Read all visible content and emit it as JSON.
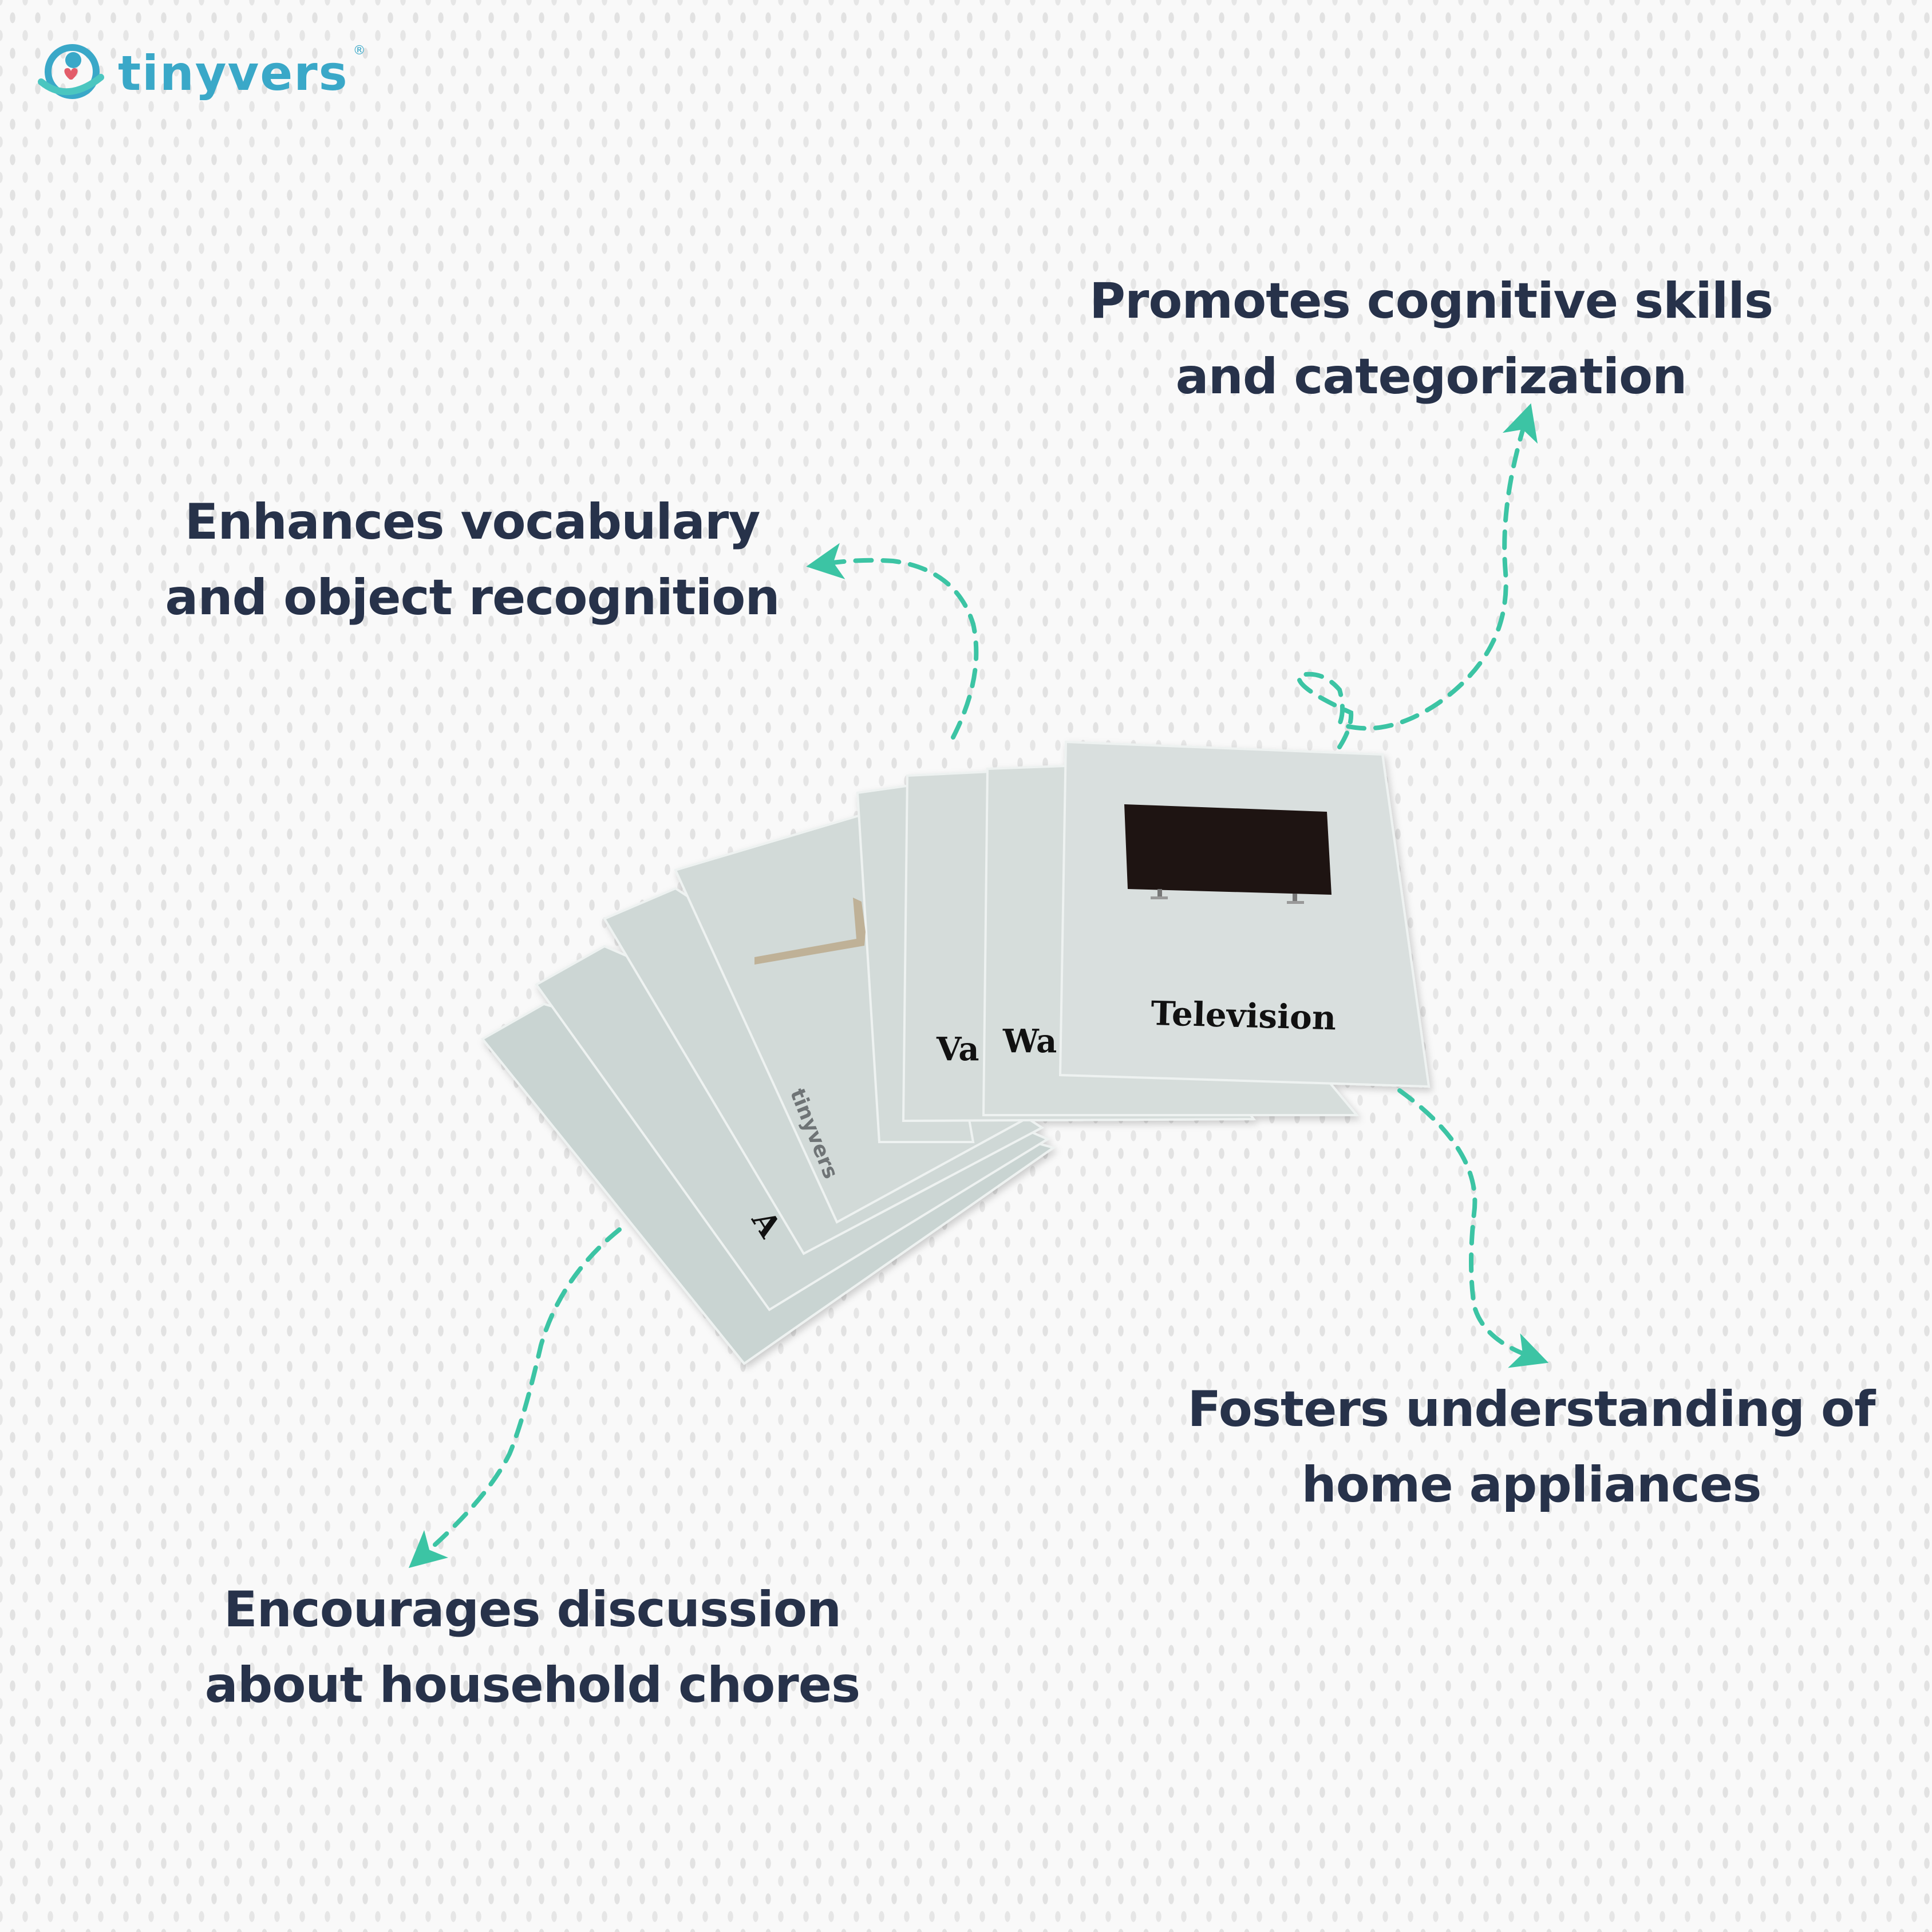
{
  "brand": {
    "name": "tinyvers",
    "registered": "®",
    "colors": {
      "primary": "#3aa8c8",
      "secondary": "#4bc6c0",
      "heart": "#e35d6a"
    }
  },
  "features": [
    {
      "line1": "Promotes cognitive skills",
      "line2": "and categorization"
    },
    {
      "line1": "Enhances vocabulary",
      "line2": "and object recognition"
    },
    {
      "line1": "Fosters understanding of",
      "line2": "home appliances"
    },
    {
      "line1": "Encourages discussion",
      "line2": "about household chores"
    }
  ],
  "cards": {
    "front_label": "Television",
    "partial_labels": [
      "Wa",
      "Va",
      "A"
    ],
    "back_brand": "tinyvers"
  },
  "colors": {
    "text": "#27324a",
    "arrow": "#3cc4a4",
    "background": "#f9f9f9",
    "card": "#ccd6d4"
  }
}
